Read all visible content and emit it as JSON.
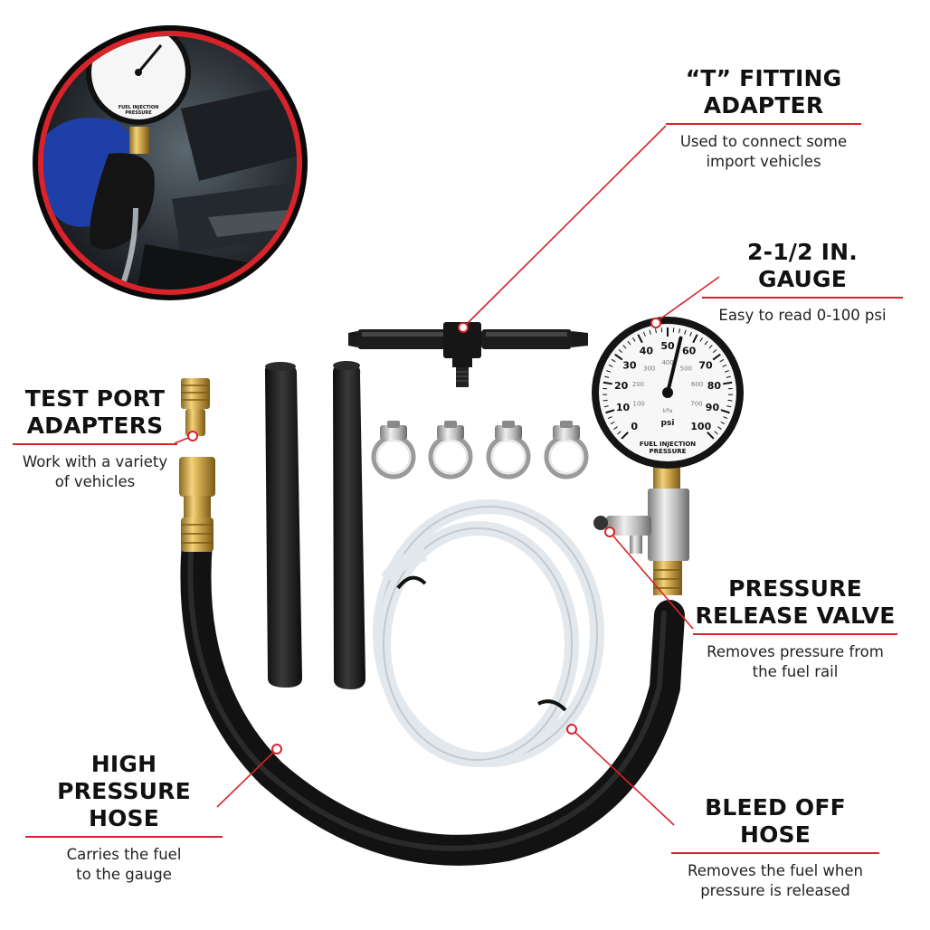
{
  "callouts": {
    "t_fitting": {
      "title_lines": [
        "“T” FITTING",
        "ADAPTER"
      ],
      "desc_lines": [
        "Used to connect some",
        "import vehicles"
      ]
    },
    "gauge": {
      "title_lines": [
        "2-1/2 IN. GAUGE"
      ],
      "desc_lines": [
        "Easy to read 0-100 psi"
      ]
    },
    "test_port": {
      "title_lines": [
        "TEST PORT",
        "ADAPTERS"
      ],
      "desc_lines": [
        "Work with a variety",
        "of vehicles"
      ]
    },
    "release_valve": {
      "title_lines": [
        "PRESSURE",
        "RELEASE VALVE"
      ],
      "desc_lines": [
        "Removes pressure from",
        "the fuel rail"
      ]
    },
    "high_pressure_hose": {
      "title_lines": [
        "HIGH PRESSURE",
        "HOSE"
      ],
      "desc_lines": [
        "Carries the fuel",
        "to the gauge"
      ]
    },
    "bleed_hose": {
      "title_lines": [
        "BLEED OFF HOSE"
      ],
      "desc_lines": [
        "Removes the fuel when",
        "pressure is released"
      ]
    }
  },
  "gauge": {
    "psi_ticks": [
      "0",
      "10",
      "20",
      "30",
      "40",
      "50",
      "60",
      "70",
      "80",
      "90",
      "100"
    ],
    "kpa_ticks": [
      "100",
      "200",
      "300",
      "400",
      "500",
      "600",
      "700"
    ],
    "units_psi": "psi",
    "units_kpa": "kPa",
    "label_lines": [
      "FUEL INJECTION",
      "PRESSURE"
    ],
    "needle_value_psi": 55
  },
  "inset_gauge": {
    "label_lines": [
      "FUEL INJECTION",
      "PRESSURE"
    ]
  },
  "colors": {
    "accent": "#d8232a",
    "hose": "#1c1c1c",
    "brass": "#c9a14a"
  }
}
